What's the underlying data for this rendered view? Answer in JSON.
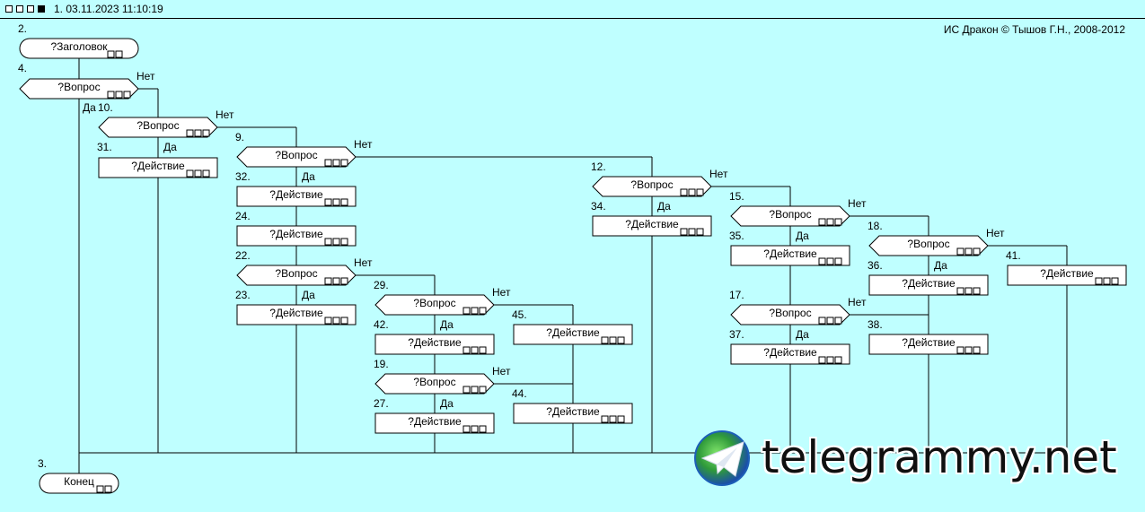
{
  "header": {
    "title": "1. 03.11.2023 11:10:19"
  },
  "copyright": "ИС Дракон © Тышов Г.Н., 2008-2012",
  "watermark": {
    "text": "telegrammy.net",
    "icon": "telegram-logo"
  },
  "labels": {
    "yes": "Да",
    "no": "Нет"
  },
  "nodes": [
    {
      "id": "2.",
      "type": "title",
      "text": "?Заголовок"
    },
    {
      "id": "4.",
      "type": "question",
      "text": "?Вопрос"
    },
    {
      "id": "10.",
      "type": "question",
      "text": "?Вопрос"
    },
    {
      "id": "31.",
      "type": "action",
      "text": "?Действие"
    },
    {
      "id": "9.",
      "type": "question",
      "text": "?Вопрос"
    },
    {
      "id": "32.",
      "type": "action",
      "text": "?Действие"
    },
    {
      "id": "24.",
      "type": "action",
      "text": "?Действие"
    },
    {
      "id": "22.",
      "type": "question",
      "text": "?Вопрос"
    },
    {
      "id": "23.",
      "type": "action",
      "text": "?Действие"
    },
    {
      "id": "29.",
      "type": "question",
      "text": "?Вопрос"
    },
    {
      "id": "42.",
      "type": "action",
      "text": "?Действие"
    },
    {
      "id": "19.",
      "type": "question",
      "text": "?Вопрос"
    },
    {
      "id": "27.",
      "type": "action",
      "text": "?Действие"
    },
    {
      "id": "45.",
      "type": "action",
      "text": "?Действие"
    },
    {
      "id": "44.",
      "type": "action",
      "text": "?Действие"
    },
    {
      "id": "12.",
      "type": "question",
      "text": "?Вопрос"
    },
    {
      "id": "34.",
      "type": "action",
      "text": "?Действие"
    },
    {
      "id": "15.",
      "type": "question",
      "text": "?Вопрос"
    },
    {
      "id": "35.",
      "type": "action",
      "text": "?Действие"
    },
    {
      "id": "17.",
      "type": "question",
      "text": "?Вопрос"
    },
    {
      "id": "37.",
      "type": "action",
      "text": "?Действие"
    },
    {
      "id": "18.",
      "type": "question",
      "text": "?Вопрос"
    },
    {
      "id": "36.",
      "type": "action",
      "text": "?Действие"
    },
    {
      "id": "38.",
      "type": "action",
      "text": "?Действие"
    },
    {
      "id": "41.",
      "type": "action",
      "text": "?Действие"
    },
    {
      "id": "3.",
      "type": "end",
      "text": "Конец"
    }
  ]
}
